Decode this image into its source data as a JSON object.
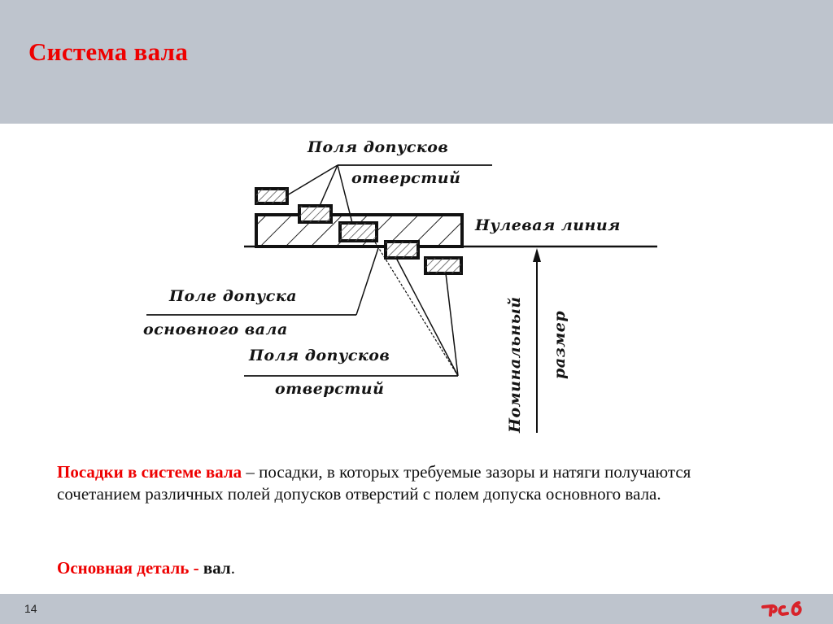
{
  "slide": {
    "title": "Система вала",
    "page_number": "14"
  },
  "diagram": {
    "labels": {
      "holes_top_line1": "Поля допусков",
      "holes_top_line2": "отверстий",
      "zero_line": "Нулевая линия",
      "shaft_field_line1": "Поле допуска",
      "shaft_field_line2": "основного вала",
      "holes_bottom_line1": "Поля допусков",
      "holes_bottom_line2": "отверстий",
      "nominal_line1": "Номинальный",
      "nominal_line2": "размер"
    }
  },
  "body": {
    "definition_term": "Посадки в системе вала",
    "definition_text": " – посадки, в которых требуемые зазоры и натяги получаются сочетанием различных полей допусков отверстий с полем допуска основного вала.",
    "basis_label": "Основная деталь - ",
    "basis_value": "вал",
    "basis_period": "."
  },
  "colors": {
    "accent_red": "#ee0000",
    "band_gray": "#bec4cd",
    "logo_red": "#d8232a"
  },
  "logo": {
    "icon": "rzd-logo-icon"
  }
}
